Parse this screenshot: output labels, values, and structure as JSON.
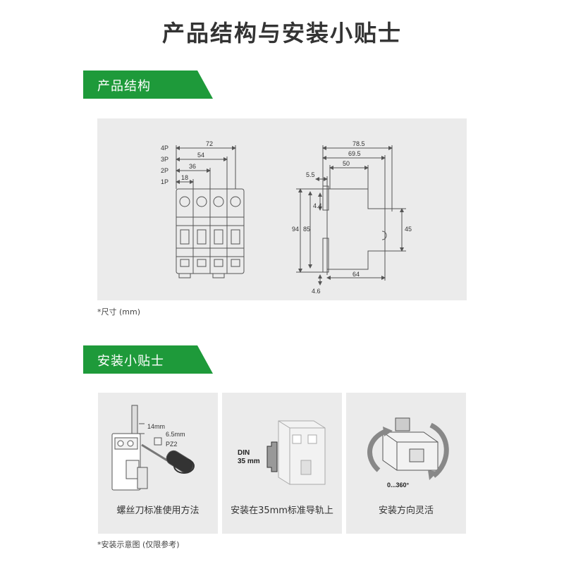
{
  "page_title": "产品结构与安装小贴士",
  "sections": {
    "structure": {
      "label": "产品结构",
      "note": "*尺寸 (mm)",
      "front_view": {
        "pole_labels": [
          "4P",
          "3P",
          "2P",
          "1P"
        ],
        "widths": [
          "72",
          "54",
          "36",
          "18"
        ]
      },
      "side_view": {
        "top_dims": [
          "78.5",
          "69.5",
          "50"
        ],
        "left_small": "5.5",
        "clip": "4.4",
        "height_total": "94",
        "height_inner": "85",
        "right_height": "45",
        "bottom_width": "64",
        "bottom_offset": "4.6"
      }
    },
    "tips": {
      "label": "安装小贴士",
      "note": "*安装示意图 (仅限参考)",
      "cards": [
        {
          "caption": "螺丝刀标准使用方法",
          "dim1": "14mm",
          "dim2": "6.5mm",
          "tool": "PZ2"
        },
        {
          "caption": "安装在35mm标准导轨上",
          "rail_line1": "DIN",
          "rail_line2": "35 mm"
        },
        {
          "caption": "安装方向灵活",
          "angle": "0...360°"
        }
      ]
    }
  },
  "colors": {
    "accent": "#1e9a3a",
    "panel": "#ebebeb",
    "line": "#555555"
  }
}
